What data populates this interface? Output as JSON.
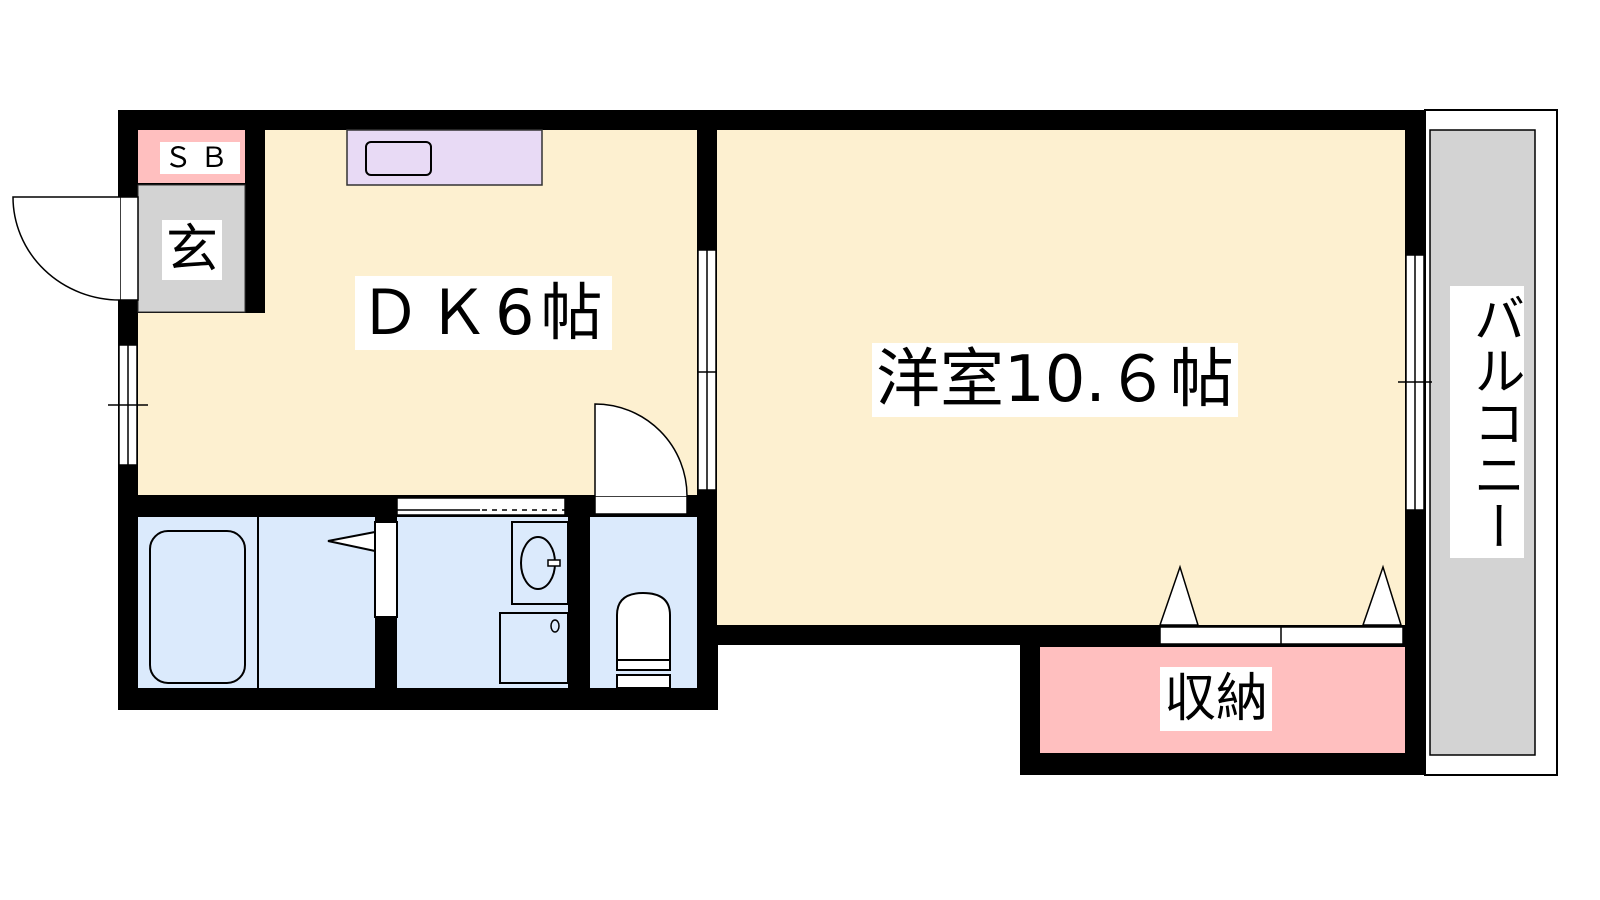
{
  "rooms": {
    "shoe_box": "ＳＢ",
    "entrance": "玄",
    "dining_kitchen": "ＤＫ6帖",
    "western_room": "洋室10.６帖",
    "storage": "収納",
    "balcony": "バルコニー"
  },
  "colors": {
    "floor": "#fdf0d0",
    "wet_area": "#dbeafc",
    "storage": "#ffbfbf",
    "entrance": "#d3d3d3",
    "kitchen": "#e8daf5",
    "wall": "#000000"
  }
}
